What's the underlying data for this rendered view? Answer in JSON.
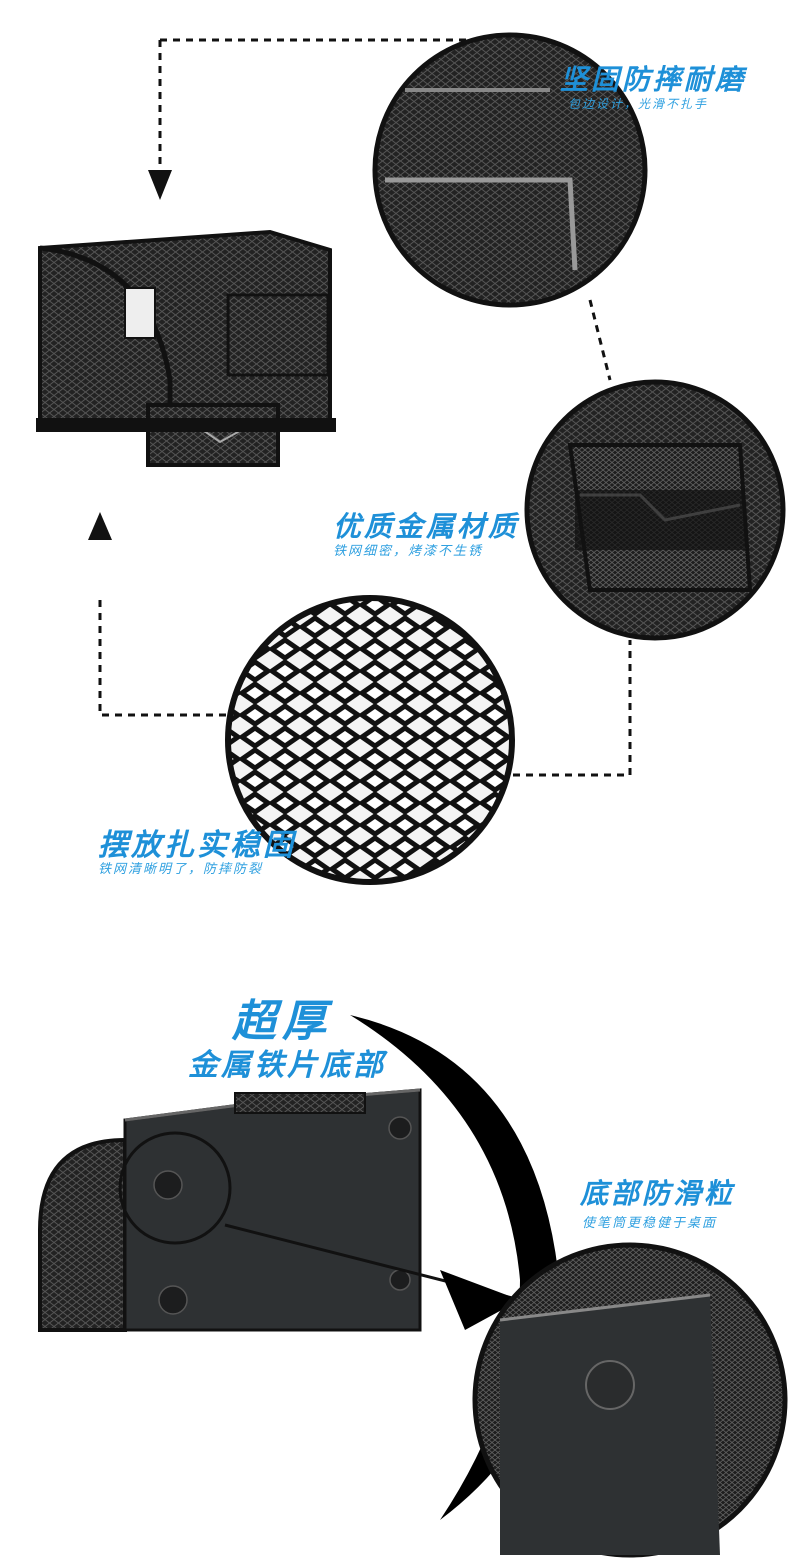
{
  "colors": {
    "accent": "#1e90d8",
    "mesh": "#1a1a1a",
    "background": "#ffffff"
  },
  "features": [
    {
      "title": "坚固防摔耐磨",
      "subtitle": "包边设计，光滑不扎手"
    },
    {
      "title": "优质金属材质",
      "subtitle": "铁网细密，烤漆不生锈"
    },
    {
      "title": "摆放扎实稳固",
      "subtitle": "铁网清晰明了，防摔防裂"
    }
  ],
  "bottom": {
    "headline": "超厚",
    "headline_sub": "金属铁片底部",
    "feature_title": "底部防滑粒",
    "feature_subtitle": "使笔筒更稳健于桌面"
  }
}
